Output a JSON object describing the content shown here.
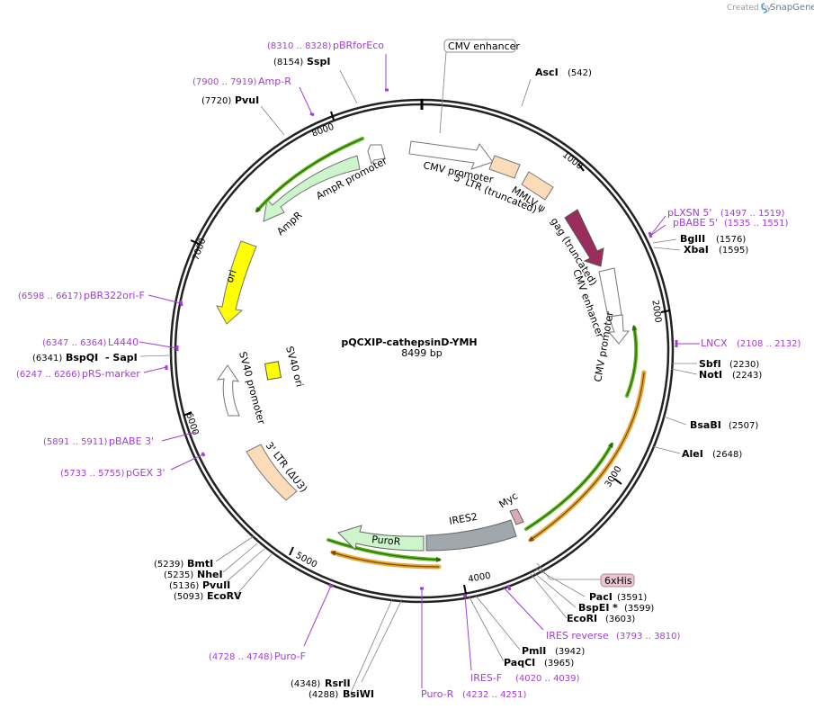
{
  "brand": {
    "created_by": "Created by",
    "name": "SnapGene"
  },
  "plasmid": {
    "name": "pQCXIP-cathepsinD-YMH",
    "length": "8499 bp"
  },
  "ticks": [
    "1000",
    "2000",
    "3000",
    "4000",
    "5000",
    "6000",
    "7000",
    "8000"
  ],
  "enzymes": {
    "sspI": {
      "name": "SspI",
      "pos": "(8154)"
    },
    "pvuI_top": {
      "name": "PvuI",
      "pos": "(7720)"
    },
    "ascI": {
      "name": "AscI",
      "pos": "(542)"
    },
    "bglII": {
      "name": "BglII",
      "pos": "(1576)"
    },
    "xbaI": {
      "name": "XbaI",
      "pos": "(1595)"
    },
    "sbfI": {
      "name": "SbfI",
      "pos": "(2230)"
    },
    "notI": {
      "name": "NotI",
      "pos": "(2243)"
    },
    "bsaBI": {
      "name": "BsaBI",
      "pos": "(2507)"
    },
    "aleI": {
      "name": "AleI",
      "pos": "(2648)"
    },
    "pacI": {
      "name": "PacI",
      "pos": "(3591)"
    },
    "bspEI": {
      "name": "BspEI",
      "star": "*",
      "pos": "(3599)"
    },
    "ecoRI": {
      "name": "EcoRI",
      "pos": "(3603)"
    },
    "pmlI": {
      "name": "PmlI",
      "pos": "(3942)"
    },
    "paqCI": {
      "name": "PaqCI",
      "pos": "(3965)"
    },
    "rsrII": {
      "name": "RsrII",
      "pos": "(4348)"
    },
    "bsiWI": {
      "name": "BsiWI",
      "pos": "(4288)"
    },
    "bmtI": {
      "name": "BmtI",
      "pos": "(5239)"
    },
    "nheI": {
      "name": "NheI",
      "pos": "(5235)"
    },
    "pvuII": {
      "name": "PvuII",
      "pos": "(5136)"
    },
    "ecoRV": {
      "name": "EcoRV",
      "pos": "(5093)"
    },
    "bspQI": {
      "name": "BspQI",
      "pos": "(6341)"
    },
    "sapI": {
      "name": "- SapI"
    }
  },
  "primers": {
    "pbrforeco": {
      "name": "pBRforEco",
      "range": "(8310 .. 8328)"
    },
    "ampr": {
      "name": "Amp-R",
      "range": "(7900 .. 7919)"
    },
    "plxsn5": {
      "name": "pLXSN 5'",
      "range": "(1497 .. 1519)"
    },
    "pbabe5": {
      "name": "pBABE 5'",
      "range": "(1535 .. 1551)"
    },
    "lncx": {
      "name": "LNCX",
      "range": "(2108 .. 2132)"
    },
    "iresrev": {
      "name": "IRES reverse",
      "range": "(3793 .. 3810)"
    },
    "iresf": {
      "name": "IRES-F",
      "range": "(4020 .. 4039)"
    },
    "puror": {
      "name": "Puro-R",
      "range": "(4232 .. 4251)"
    },
    "purof": {
      "name": "Puro-F",
      "range": "(4728 .. 4748)"
    },
    "pgex3": {
      "name": "pGEX 3'",
      "range": "(5733 .. 5755)"
    },
    "pbabe3": {
      "name": "pBABE 3'",
      "range": "(5891 .. 5911)"
    },
    "prsmarker": {
      "name": "pRS-marker",
      "range": "(6247 .. 6266)"
    },
    "l4440": {
      "name": "L4440",
      "range": "(6347 .. 6364)"
    },
    "pbr322ori": {
      "name": "pBR322ori-F",
      "range": "(6598 .. 6617)"
    }
  },
  "features": {
    "cmv_enhancer_box": "CMV enhancer",
    "cmv_promoter": "CMV promoter",
    "ltr5": "5' LTR (truncated)",
    "mmlv_psi": "MMLV ψ",
    "gag": "gag (truncated)",
    "cmv_enhancer": "CMV enhancer",
    "cmv_promoter2": "CMV promoter",
    "myc": "Myc",
    "sixhis": "6xHis",
    "ires2": "IRES2",
    "puror": "PuroR",
    "ltr3": "3' LTR (ΔU3)",
    "sv40_promoter": "SV40 promoter",
    "sv40_ori": "SV40 ori",
    "ori": "ori",
    "ampr": "AmpR",
    "ampr_promoter": "AmpR promoter"
  },
  "colors": {
    "backbone": "#222222",
    "purple": "#a13fd1",
    "ampr_fill": "#ccf5cc",
    "ori_fill": "#ffff00",
    "ltr_fill": "#fcdcb8",
    "gag_fill": "#9b2c5e",
    "ires_fill": "#a0a8ad",
    "green_arc": "#5fb51e",
    "orange_arc": "#e8a835"
  }
}
